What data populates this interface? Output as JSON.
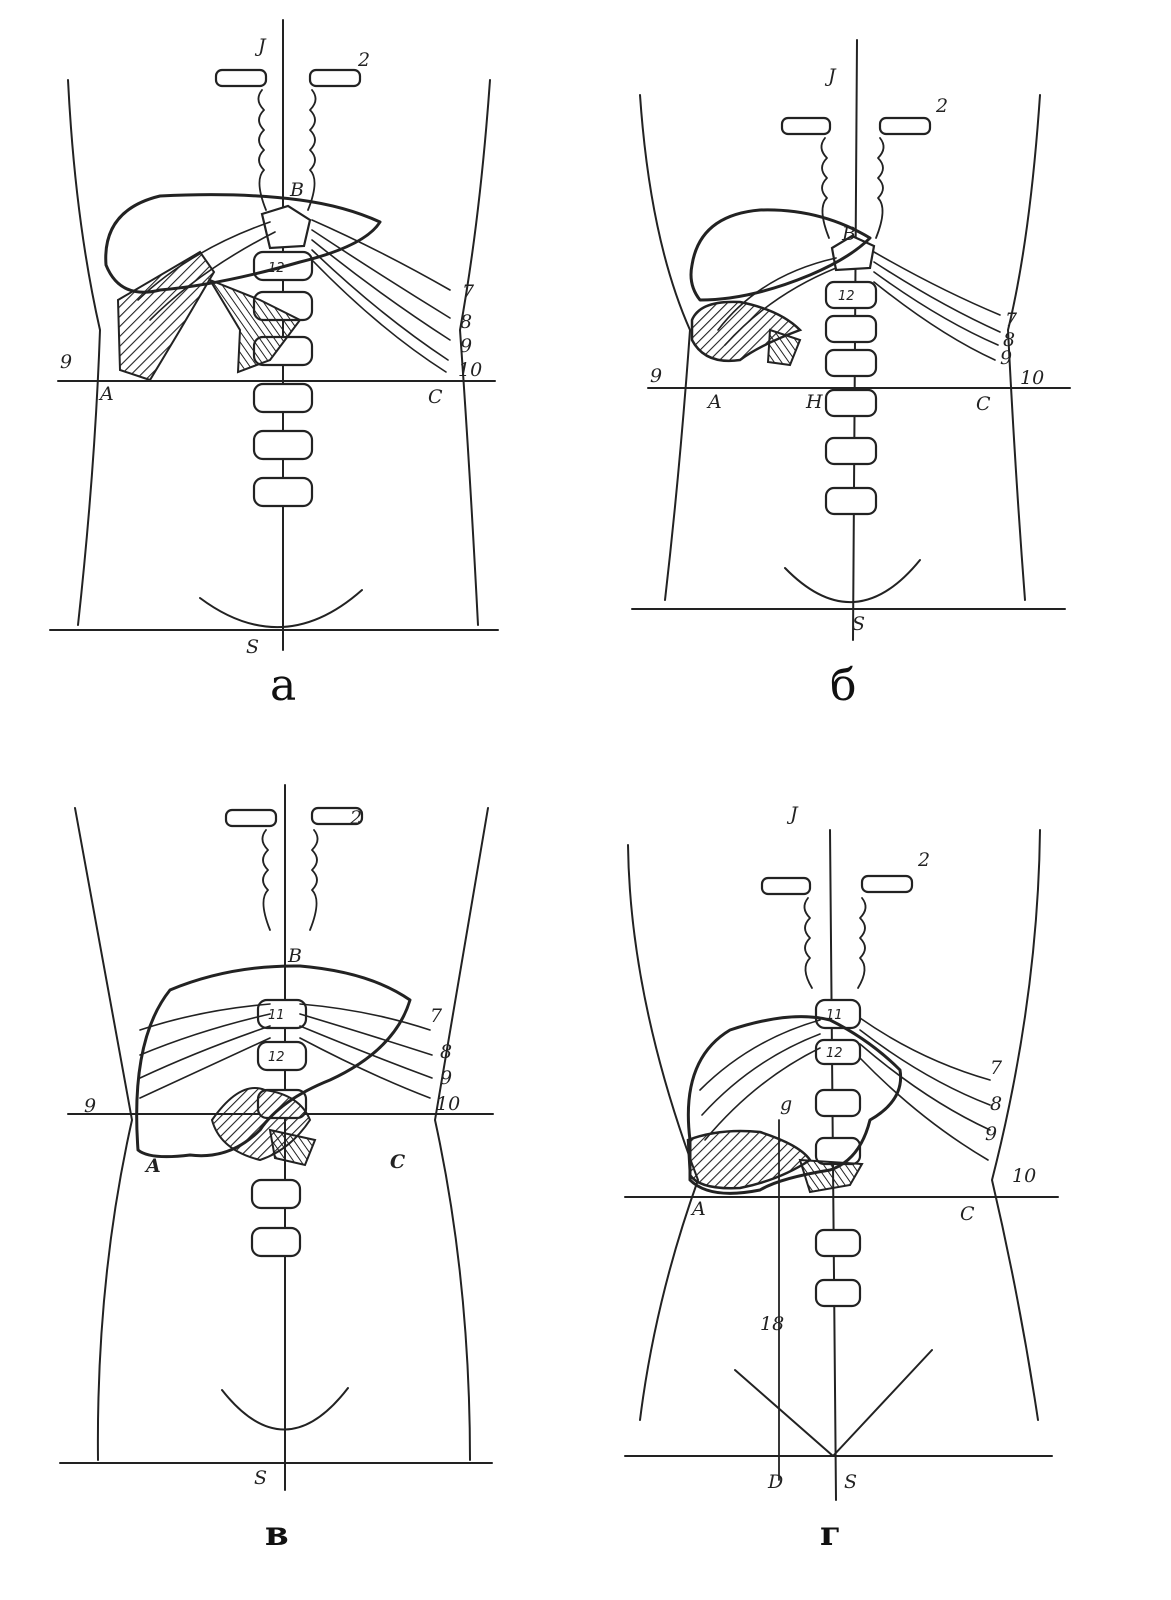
{
  "colors": {
    "ink": "#222222",
    "paper": "#ffffff"
  },
  "panels": [
    {
      "id": "a",
      "caption": "а",
      "labels": {
        "top": "J",
        "s": "S",
        "a": "A",
        "b": "B",
        "c": "C",
        "rib9": "9",
        "rib2": "2"
      },
      "rib_numbers": [
        "7",
        "8",
        "9",
        "10"
      ],
      "vertebra_numbers": [
        "12"
      ]
    },
    {
      "id": "b",
      "caption": "б",
      "labels": {
        "top": "J",
        "s": "S",
        "a": "A",
        "b": "B",
        "c": "C",
        "h": "H",
        "rib9": "9",
        "rib2": "2"
      },
      "rib_numbers": [
        "7",
        "8",
        "9",
        "10"
      ],
      "vertebra_numbers": [
        "12"
      ]
    },
    {
      "id": "v",
      "caption": "в",
      "labels": {
        "s": "S",
        "a": "A",
        "b": "B",
        "c": "C",
        "rib9": "9",
        "rib2": "2"
      },
      "rib_numbers": [
        "7",
        "8",
        "9",
        "10"
      ],
      "vertebra_numbers": [
        "11",
        "12"
      ]
    },
    {
      "id": "g",
      "caption": "г",
      "labels": {
        "top": "J",
        "s": "S",
        "a": "A",
        "c": "C",
        "d": "D",
        "g": "g",
        "n18": "18",
        "rib2": "2"
      },
      "rib_numbers": [
        "7",
        "8",
        "9",
        "10"
      ],
      "vertebra_numbers": [
        "11",
        "12"
      ]
    }
  ]
}
